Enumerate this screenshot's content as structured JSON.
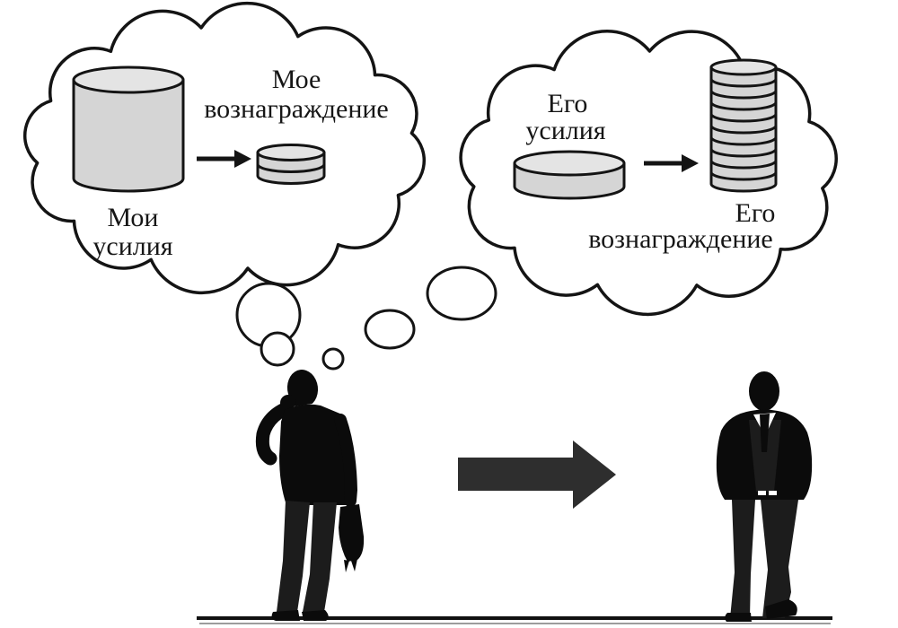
{
  "diagram": {
    "left_thought": {
      "reward_label": [
        "Мое",
        "вознаграждение"
      ],
      "effort_label": [
        "Мои",
        "усилия"
      ]
    },
    "right_thought": {
      "effort_label": [
        "Его",
        "усилия"
      ],
      "reward_label": [
        "Его",
        "вознаграждение"
      ]
    }
  },
  "colors": {
    "background": "#ffffff",
    "outline": "#141414",
    "cylinder_fill": "#d5d5d5",
    "cylinder_top": "#e4e4e4",
    "label_color": "#161616",
    "silhouette": "#0b0b0b",
    "big_arrow": "#2e2e2e",
    "ground": "#111111"
  },
  "icons": {
    "left_cloud": "thought-cloud",
    "right_cloud": "thought-cloud",
    "left_figure": "businessman-on-phone-with-briefcase-silhouette",
    "right_figure": "businessman-standing-silhouette",
    "center_arrow": "right-arrow",
    "cloud_arrows": "right-arrow"
  }
}
